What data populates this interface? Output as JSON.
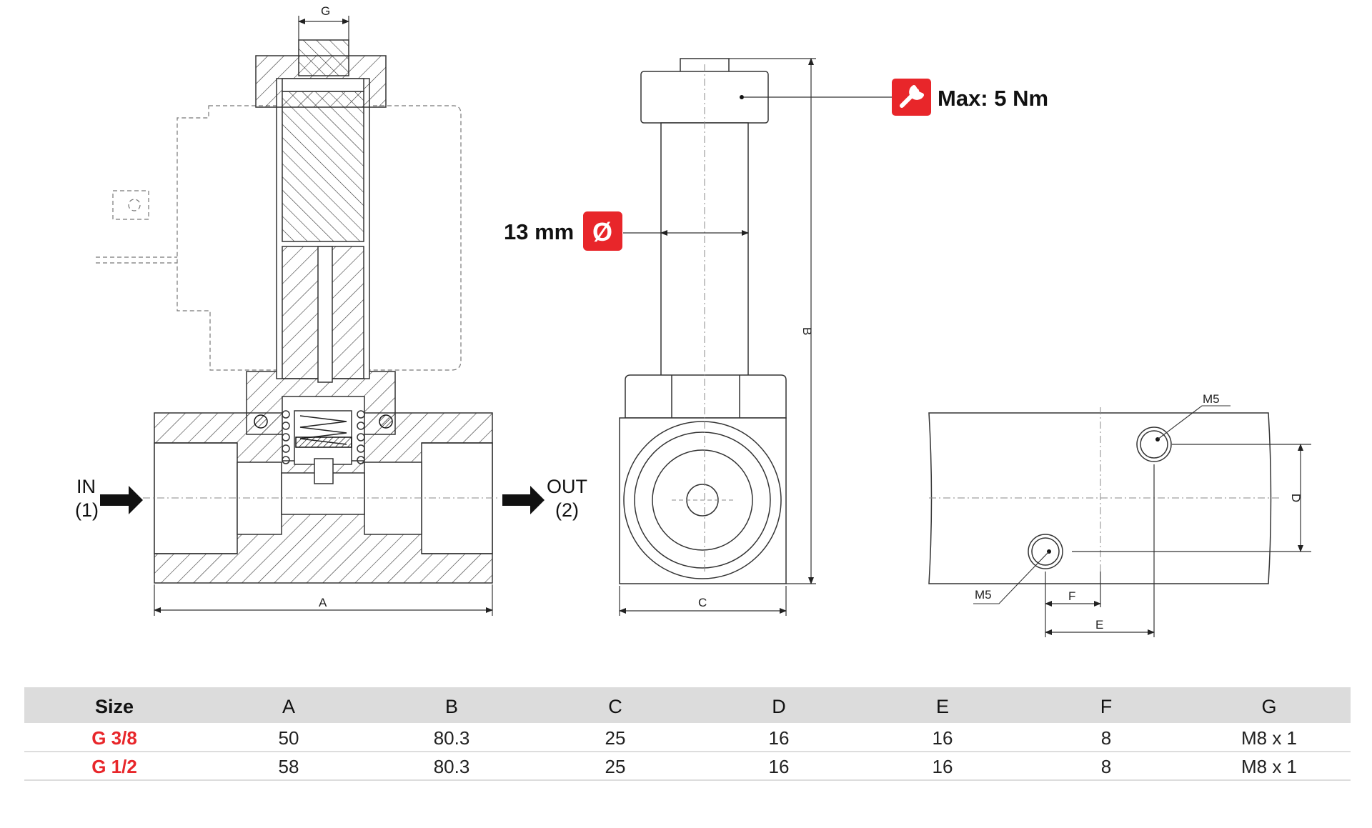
{
  "dimension_labels": {
    "a": "A",
    "b": "B",
    "c": "C",
    "d": "D",
    "e": "E",
    "f": "F",
    "g": "G",
    "m5_top": "M5",
    "m5_bottom": "M5"
  },
  "flow": {
    "in_label": "IN",
    "in_port": "(1)",
    "out_label": "OUT",
    "out_port": "(2)"
  },
  "callouts": {
    "torque_text": "Max: 5 Nm",
    "torque_icon": "wrench-icon",
    "diameter_text": "13 mm",
    "diameter_symbol": "Ø",
    "badge_color": "#e8262a"
  },
  "table": {
    "header_bg": "#dcdcdc",
    "size_color": "#e8262a",
    "headers": [
      "Size",
      "A",
      "B",
      "C",
      "D",
      "E",
      "F",
      "G"
    ],
    "rows": [
      [
        "G 3/8",
        "50",
        "80.3",
        "25",
        "16",
        "16",
        "8",
        "M8 x 1"
      ],
      [
        "G 1/2",
        "58",
        "80.3",
        "25",
        "16",
        "16",
        "8",
        "M8 x 1"
      ]
    ]
  }
}
